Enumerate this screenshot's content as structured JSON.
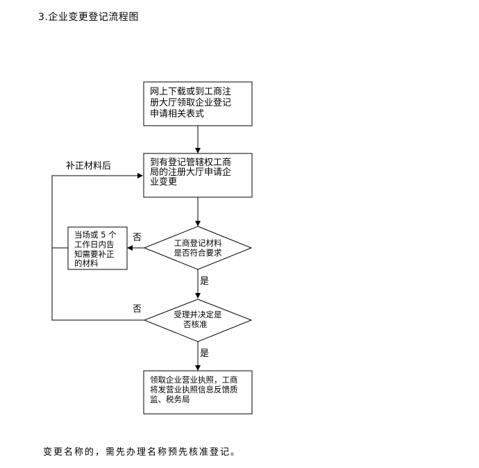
{
  "heading": "3.企业变更登记流程图",
  "flowchart": {
    "step1_lines": [
      "网上下载或到工商注",
      "册大厅领取企业登记",
      "申请相关表式"
    ],
    "step2_lines": [
      "到有登记管辖权工商",
      "局的注册大厅申请企",
      "业变更"
    ],
    "decision1_lines": [
      "工商登记材料",
      "是否符合要求"
    ],
    "side_box_lines": [
      "当场或 5 个",
      "工作日内告",
      "知需要补正",
      "的材料"
    ],
    "decision2_lines": [
      "受理并决定是",
      "否核准"
    ],
    "step3_lines": [
      "领取企业营业执照，工商",
      "将发营业执照信息反馈质",
      "监、税务局"
    ],
    "label_correction": "补正材料后",
    "label_no1": "否",
    "label_no2": "否",
    "label_yes1": "是",
    "label_yes2": "是"
  },
  "footer": "变更名称的，需先办理名称预先核准登记。"
}
